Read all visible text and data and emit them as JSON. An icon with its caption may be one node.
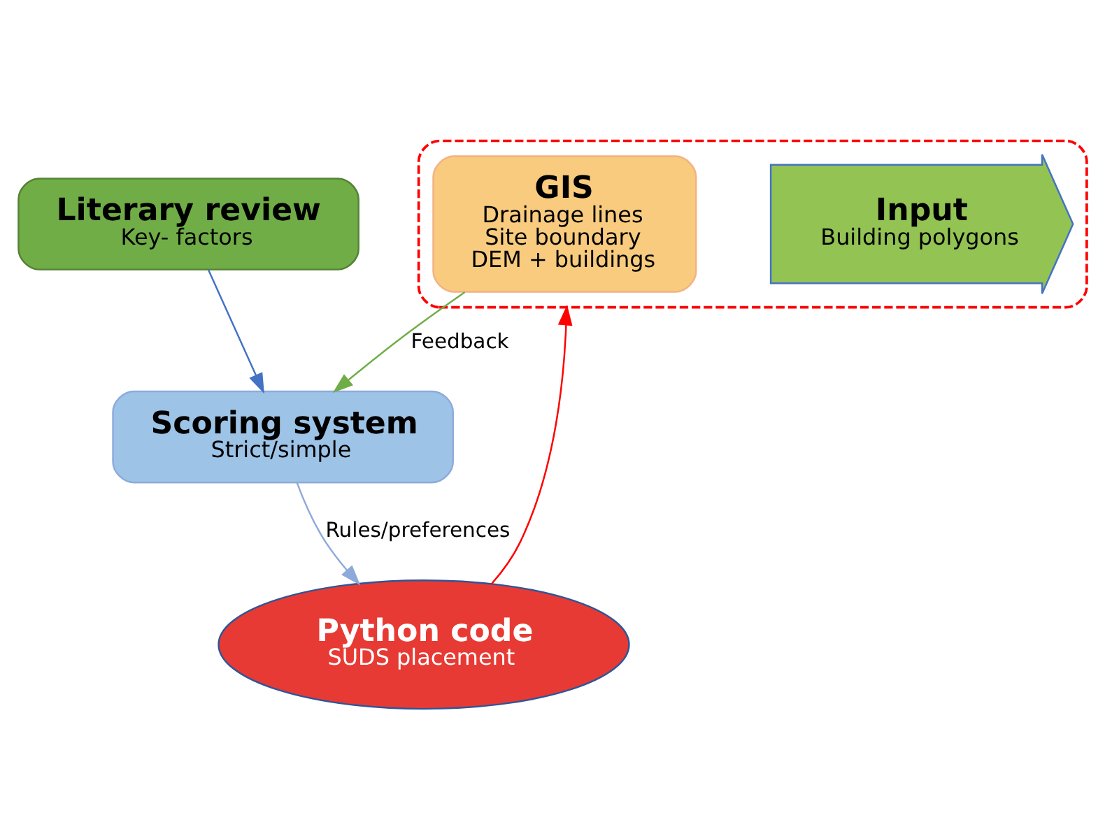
{
  "diagram": {
    "nodes": [
      {
        "text": [
          "Literary review",
          "Key- factors"
        ]
      },
      {
        "text": [
          "Scoring system",
          "Strict/simple"
        ]
      },
      {
        "text": [],
        "shape": "ellipse"
      },
      {
        "text": [
          "Input",
          "Building polygons"
        ],
        "in": 2
      },
      {
        "text": [
          "GIS",
          "Drainage lines",
          "Site boundary",
          "DEM + buildings"
        ],
        "in": 2
      },
      {
        "text": [
          "Python code",
          "SUDS placement"
        ]
      }
    ],
    "edges": [
      {
        "from": 0,
        "to": 1,
        "arrow": "to",
        "color": "#4472c4"
      },
      {
        "from": 1,
        "to": 5,
        "arrow": "to",
        "label": "Rules/preferences",
        "color": "#8eaadb"
      },
      {
        "from": 4,
        "to": 1,
        "arrow": "to",
        "label": "Feedback",
        "color": "#70ad47"
      },
      {
        "from": 5,
        "to": 2,
        "arrow": "to",
        "color": "#ff0000"
      }
    ]
  }
}
